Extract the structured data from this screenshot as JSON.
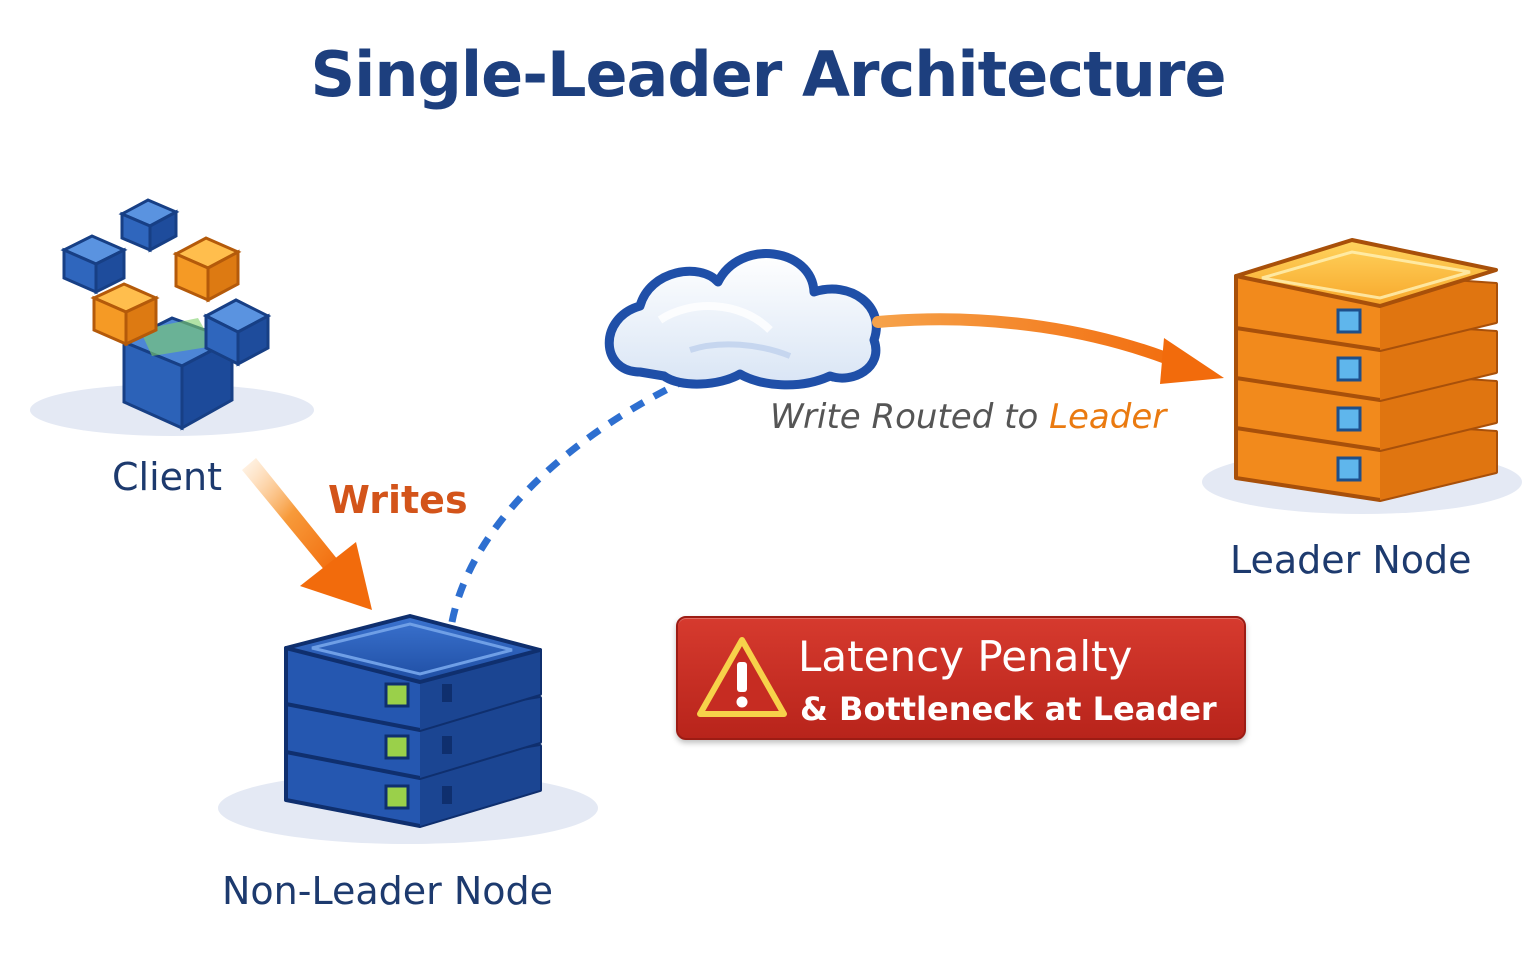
{
  "title": "Single-Leader Architecture",
  "nodes": {
    "client": "Client",
    "non_leader": "Non-Leader Node",
    "leader": "Leader Node"
  },
  "edges": {
    "writes": "Writes",
    "route_prefix": "Write Routed to ",
    "route_highlight": "Leader"
  },
  "warning": {
    "icon": "warning-triangle-icon",
    "line1": "Latency Penalty",
    "line2": "& Bottleneck at Leader"
  },
  "colors": {
    "title": "#1d3f7e",
    "blue_node": "#2557b0",
    "orange_node": "#f28a1c",
    "arrow_orange": "#f27a12",
    "dashed_blue": "#2e6fd0",
    "warning_red": "#c9302a"
  }
}
